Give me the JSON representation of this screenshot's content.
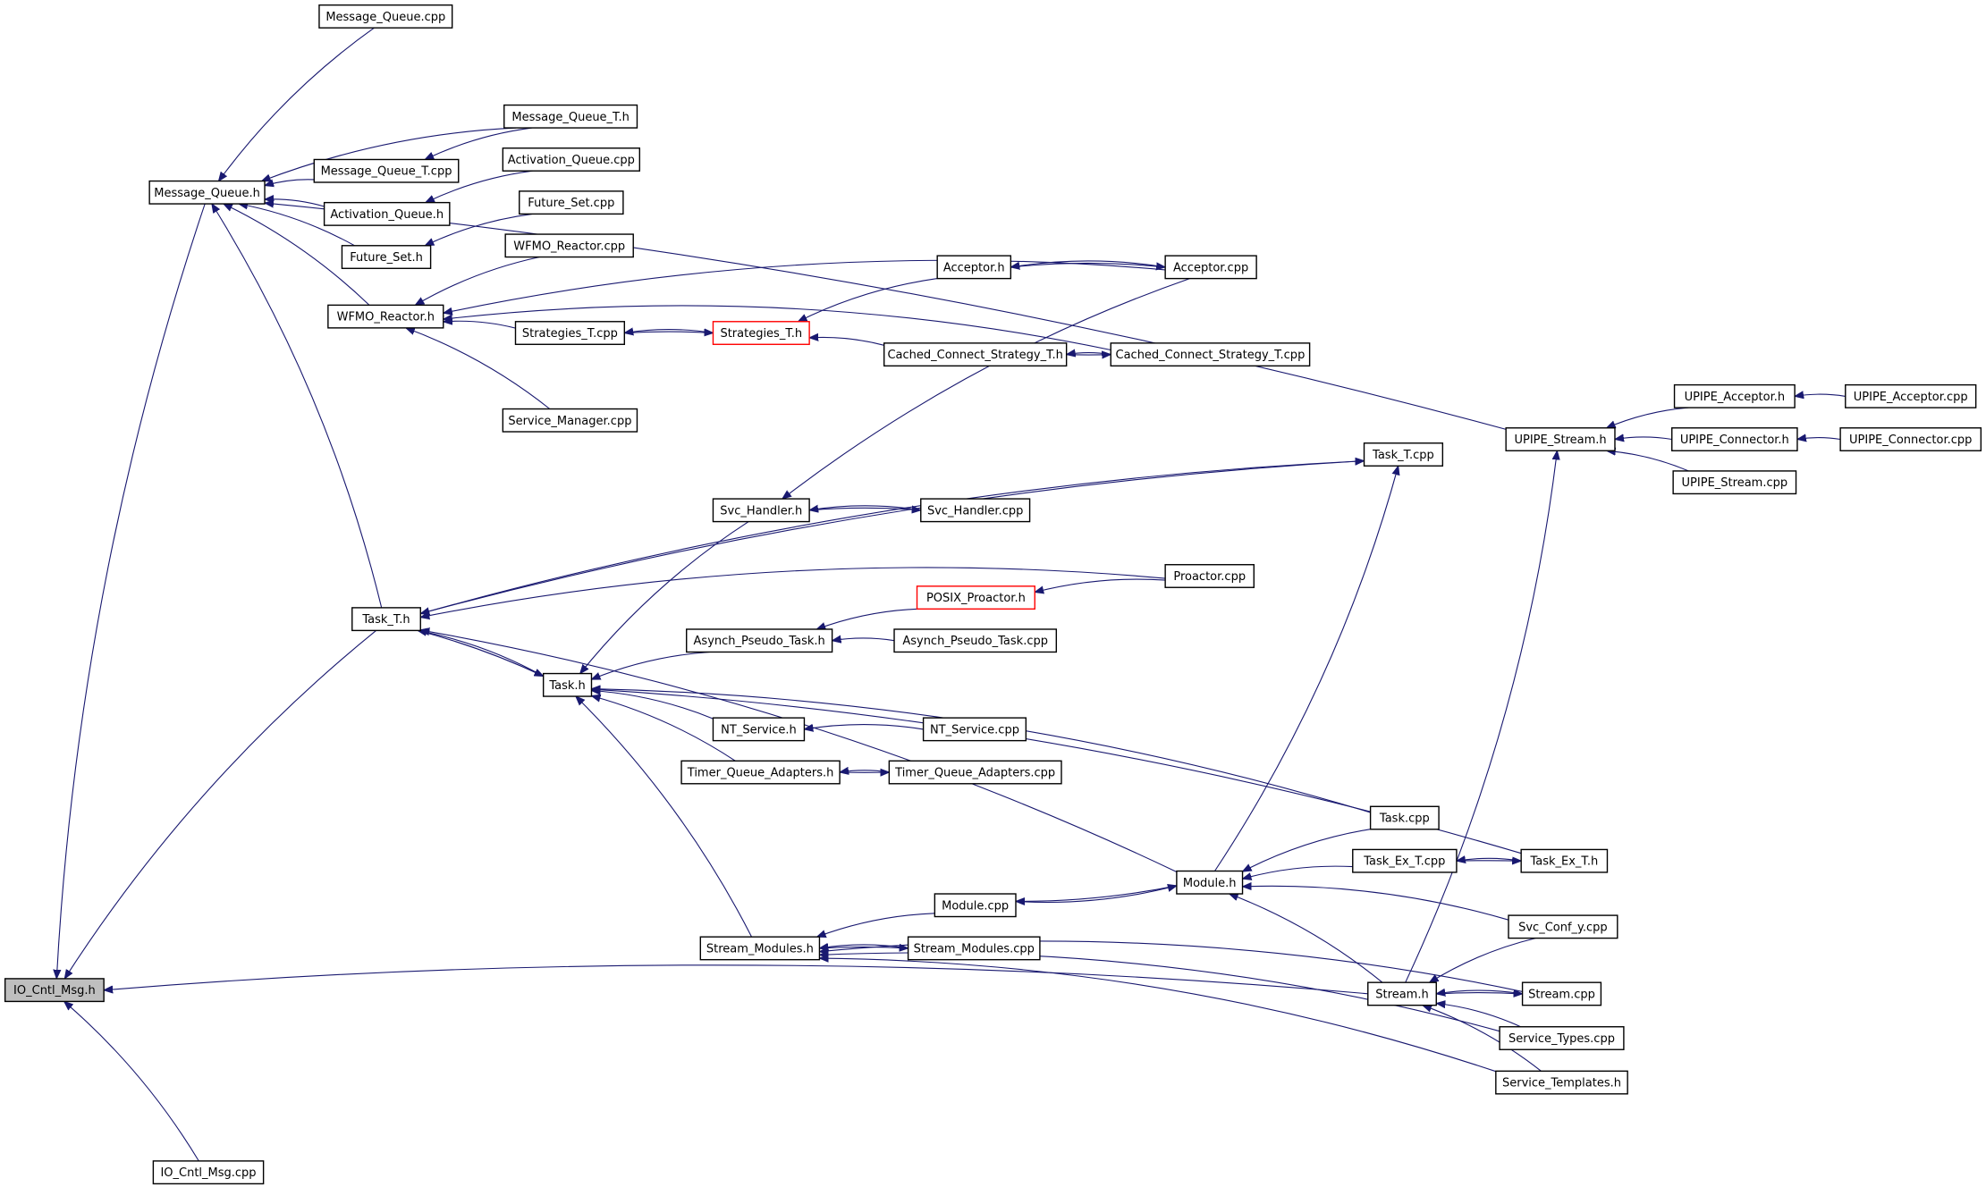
{
  "graph": {
    "colors": {
      "edge": "#191970",
      "node_border": "#000000",
      "node_border_incomplete": "#ff0000",
      "root_fill": "#bfbfbf",
      "node_fill": "#ffffff"
    },
    "nodes": [
      {
        "id": "IO_Cntl_Msg.h",
        "label": "IO_Cntl_Msg.h"
      },
      {
        "id": "IO_Cntl_Msg.cpp",
        "label": "IO_Cntl_Msg.cpp"
      },
      {
        "id": "Message_Queue.h",
        "label": "Message_Queue.h"
      },
      {
        "id": "Message_Queue.cpp",
        "label": "Message_Queue.cpp"
      },
      {
        "id": "Message_Queue_T.h",
        "label": "Message_Queue_T.h"
      },
      {
        "id": "Message_Queue_T.cpp",
        "label": "Message_Queue_T.cpp"
      },
      {
        "id": "Activation_Queue.cpp",
        "label": "Activation_Queue.cpp"
      },
      {
        "id": "Activation_Queue.h",
        "label": "Activation_Queue.h"
      },
      {
        "id": "Future_Set.cpp",
        "label": "Future_Set.cpp"
      },
      {
        "id": "Future_Set.h",
        "label": "Future_Set.h"
      },
      {
        "id": "WFMO_Reactor.cpp",
        "label": "WFMO_Reactor.cpp"
      },
      {
        "id": "WFMO_Reactor.h",
        "label": "WFMO_Reactor.h"
      },
      {
        "id": "Acceptor.h",
        "label": "Acceptor.h"
      },
      {
        "id": "Acceptor.cpp",
        "label": "Acceptor.cpp"
      },
      {
        "id": "Strategies_T.cpp",
        "label": "Strategies_T.cpp"
      },
      {
        "id": "Strategies_T.h",
        "label": "Strategies_T.h",
        "incomplete": true
      },
      {
        "id": "Cached_Connect_Strategy_T.h",
        "label": "Cached_Connect_Strategy_T.h"
      },
      {
        "id": "Cached_Connect_Strategy_T.cpp",
        "label": "Cached_Connect_Strategy_T.cpp"
      },
      {
        "id": "Service_Manager.cpp",
        "label": "Service_Manager.cpp"
      },
      {
        "id": "UPIPE_Acceptor.h",
        "label": "UPIPE_Acceptor.h"
      },
      {
        "id": "UPIPE_Acceptor.cpp",
        "label": "UPIPE_Acceptor.cpp"
      },
      {
        "id": "UPIPE_Stream.h",
        "label": "UPIPE_Stream.h"
      },
      {
        "id": "UPIPE_Connector.h",
        "label": "UPIPE_Connector.h"
      },
      {
        "id": "UPIPE_Connector.cpp",
        "label": "UPIPE_Connector.cpp"
      },
      {
        "id": "UPIPE_Stream.cpp",
        "label": "UPIPE_Stream.cpp"
      },
      {
        "id": "Task_T.cpp",
        "label": "Task_T.cpp"
      },
      {
        "id": "Svc_Handler.h",
        "label": "Svc_Handler.h"
      },
      {
        "id": "Svc_Handler.cpp",
        "label": "Svc_Handler.cpp"
      },
      {
        "id": "Proactor.cpp",
        "label": "Proactor.cpp"
      },
      {
        "id": "POSIX_Proactor.h",
        "label": "POSIX_Proactor.h",
        "incomplete": true
      },
      {
        "id": "Task_T.h",
        "label": "Task_T.h"
      },
      {
        "id": "Asynch_Pseudo_Task.h",
        "label": "Asynch_Pseudo_Task.h"
      },
      {
        "id": "Asynch_Pseudo_Task.cpp",
        "label": "Asynch_Pseudo_Task.cpp"
      },
      {
        "id": "Task.h",
        "label": "Task.h"
      },
      {
        "id": "NT_Service.h",
        "label": "NT_Service.h"
      },
      {
        "id": "NT_Service.cpp",
        "label": "NT_Service.cpp"
      },
      {
        "id": "Timer_Queue_Adapters.h",
        "label": "Timer_Queue_Adapters.h"
      },
      {
        "id": "Timer_Queue_Adapters.cpp",
        "label": "Timer_Queue_Adapters.cpp"
      },
      {
        "id": "Task.cpp",
        "label": "Task.cpp"
      },
      {
        "id": "Module.h",
        "label": "Module.h"
      },
      {
        "id": "Task_Ex_T.cpp",
        "label": "Task_Ex_T.cpp"
      },
      {
        "id": "Task_Ex_T.h",
        "label": "Task_Ex_T.h"
      },
      {
        "id": "Module.cpp",
        "label": "Module.cpp"
      },
      {
        "id": "Svc_Conf_y.cpp",
        "label": "Svc_Conf_y.cpp"
      },
      {
        "id": "Stream_Modules.h",
        "label": "Stream_Modules.h"
      },
      {
        "id": "Stream_Modules.cpp",
        "label": "Stream_Modules.cpp"
      },
      {
        "id": "Stream.h",
        "label": "Stream.h"
      },
      {
        "id": "Stream.cpp",
        "label": "Stream.cpp"
      },
      {
        "id": "Service_Types.cpp",
        "label": "Service_Types.cpp"
      },
      {
        "id": "Service_Templates.h",
        "label": "Service_Templates.h"
      }
    ],
    "edges": [
      [
        "IO_Cntl_Msg.cpp",
        "IO_Cntl_Msg.h"
      ],
      [
        "Message_Queue.h",
        "IO_Cntl_Msg.h"
      ],
      [
        "Task_T.h",
        "IO_Cntl_Msg.h"
      ],
      [
        "Stream.h",
        "IO_Cntl_Msg.h"
      ],
      [
        "Message_Queue.cpp",
        "Message_Queue.h"
      ],
      [
        "Message_Queue_T.h",
        "Message_Queue.h"
      ],
      [
        "Message_Queue_T.cpp",
        "Message_Queue.h"
      ],
      [
        "Activation_Queue.h",
        "Message_Queue.h"
      ],
      [
        "Future_Set.h",
        "Message_Queue.h"
      ],
      [
        "WFMO_Reactor.h",
        "Message_Queue.h"
      ],
      [
        "Task_T.h",
        "Message_Queue.h"
      ],
      [
        "UPIPE_Stream.h",
        "Message_Queue.h"
      ],
      [
        "Message_Queue_T.h",
        "Message_Queue_T.cpp"
      ],
      [
        "Activation_Queue.cpp",
        "Activation_Queue.h"
      ],
      [
        "Future_Set.cpp",
        "Future_Set.h"
      ],
      [
        "WFMO_Reactor.cpp",
        "WFMO_Reactor.h"
      ],
      [
        "Strategies_T.cpp",
        "WFMO_Reactor.h"
      ],
      [
        "Acceptor.cpp",
        "WFMO_Reactor.h"
      ],
      [
        "Cached_Connect_Strategy_T.cpp",
        "WFMO_Reactor.h"
      ],
      [
        "Service_Manager.cpp",
        "WFMO_Reactor.h"
      ],
      [
        "Strategies_T.h",
        "Strategies_T.cpp"
      ],
      [
        "Strategies_T.cpp",
        "Strategies_T.h"
      ],
      [
        "Acceptor.h",
        "Strategies_T.h"
      ],
      [
        "Cached_Connect_Strategy_T.h",
        "Strategies_T.h"
      ],
      [
        "Acceptor.cpp",
        "Acceptor.h"
      ],
      [
        "Acceptor.h",
        "Acceptor.cpp"
      ],
      [
        "Cached_Connect_Strategy_T.cpp",
        "Cached_Connect_Strategy_T.h"
      ],
      [
        "Cached_Connect_Strategy_T.h",
        "Cached_Connect_Strategy_T.cpp"
      ],
      [
        "Acceptor.cpp",
        "Svc_Handler.h"
      ],
      [
        "UPIPE_Acceptor.h",
        "UPIPE_Stream.h"
      ],
      [
        "UPIPE_Connector.h",
        "UPIPE_Stream.h"
      ],
      [
        "UPIPE_Stream.cpp",
        "UPIPE_Stream.h"
      ],
      [
        "UPIPE_Acceptor.cpp",
        "UPIPE_Acceptor.h"
      ],
      [
        "UPIPE_Connector.cpp",
        "UPIPE_Connector.h"
      ],
      [
        "Stream.h",
        "UPIPE_Stream.h"
      ],
      [
        "Task_T.cpp",
        "Task_T.h"
      ],
      [
        "Task_T.h",
        "Task_T.cpp"
      ],
      [
        "Proactor.cpp",
        "Task_T.h"
      ],
      [
        "Task.h",
        "Task_T.h"
      ],
      [
        "Module.h",
        "Task_T.h"
      ],
      [
        "Task_T.h",
        "Task.h"
      ],
      [
        "Svc_Handler.cpp",
        "Svc_Handler.h"
      ],
      [
        "Svc_Handler.h",
        "Svc_Handler.cpp"
      ],
      [
        "Svc_Handler.h",
        "Task.h"
      ],
      [
        "Proactor.cpp",
        "POSIX_Proactor.h"
      ],
      [
        "POSIX_Proactor.h",
        "Asynch_Pseudo_Task.h"
      ],
      [
        "Asynch_Pseudo_Task.cpp",
        "Asynch_Pseudo_Task.h"
      ],
      [
        "Asynch_Pseudo_Task.h",
        "Task.h"
      ],
      [
        "NT_Service.h",
        "Task.h"
      ],
      [
        "NT_Service.cpp",
        "NT_Service.h"
      ],
      [
        "Timer_Queue_Adapters.h",
        "Task.h"
      ],
      [
        "Timer_Queue_Adapters.cpp",
        "Timer_Queue_Adapters.h"
      ],
      [
        "Timer_Queue_Adapters.h",
        "Timer_Queue_Adapters.cpp"
      ],
      [
        "Task.cpp",
        "Task.h"
      ],
      [
        "Task_Ex_T.h",
        "Task.h"
      ],
      [
        "Stream_Modules.h",
        "Task.h"
      ],
      [
        "Module.h",
        "Task_T.cpp"
      ],
      [
        "Task.cpp",
        "Module.h"
      ],
      [
        "Task_Ex_T.cpp",
        "Module.h"
      ],
      [
        "Module.cpp",
        "Module.h"
      ],
      [
        "Module.h",
        "Module.cpp"
      ],
      [
        "Svc_Conf_y.cpp",
        "Module.h"
      ],
      [
        "Stream.h",
        "Module.h"
      ],
      [
        "Task_Ex_T.h",
        "Task_Ex_T.cpp"
      ],
      [
        "Task_Ex_T.cpp",
        "Task_Ex_T.h"
      ],
      [
        "Module.cpp",
        "Stream_Modules.h"
      ],
      [
        "Stream_Modules.cpp",
        "Stream_Modules.h"
      ],
      [
        "Stream_Modules.h",
        "Stream_Modules.cpp"
      ],
      [
        "Stream.cpp",
        "Stream_Modules.h"
      ],
      [
        "Service_Types.cpp",
        "Stream_Modules.h"
      ],
      [
        "Service_Templates.h",
        "Stream_Modules.h"
      ],
      [
        "Svc_Conf_y.cpp",
        "Stream.h"
      ],
      [
        "Stream.cpp",
        "Stream.h"
      ],
      [
        "Stream.h",
        "Stream.cpp"
      ],
      [
        "Service_Types.cpp",
        "Stream.h"
      ],
      [
        "Service_Templates.h",
        "Stream.h"
      ]
    ]
  }
}
